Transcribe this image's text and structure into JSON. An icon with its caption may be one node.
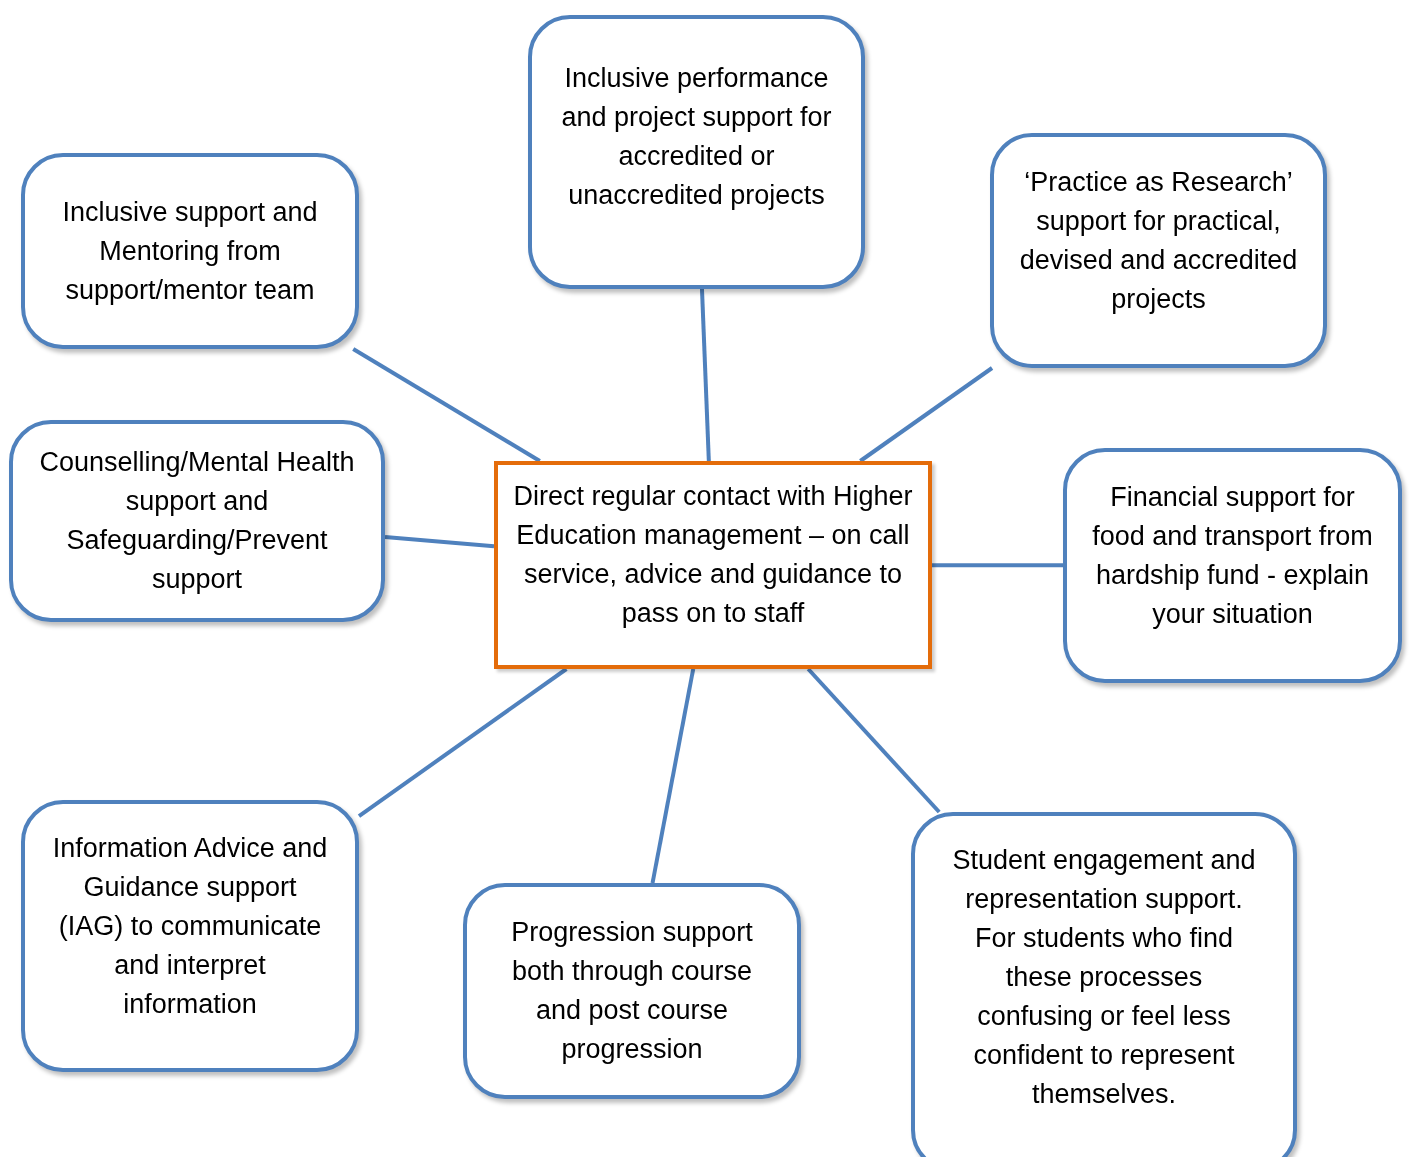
{
  "diagram": {
    "nodes": [
      {
        "text": [
          "Inclusive support and Mentoring from support/mentor team"
        ]
      },
      {
        "text": [
          "Inclusive performance and project support for accredited or unaccredited projects"
        ]
      },
      {
        "text": [
          "‘Practice as Research’ support for practical, devised and accredited projects"
        ]
      },
      {
        "text": [
          "Counselling/Mental Health support and Safeguarding/Prevent support"
        ]
      },
      {
        "text": [
          "Direct regular contact with Higher Education management – on call service, advice and guidance to pass on to staff"
        ]
      },
      {
        "text": [
          "Financial support for food and transport from hardship fund - explain your situation"
        ]
      },
      {
        "text": [
          "Information Advice and Guidance support (IAG) to communicate and interpret information"
        ]
      },
      {
        "text": [
          "Progression support both through course and post course progression"
        ]
      },
      {
        "text": [
          "Student engagement and representation support. For students who find these processes confusing or feel less confident to represent themselves."
        ]
      }
    ],
    "edges": [
      {
        "from": 4,
        "to": 0,
        "arrow": "none"
      },
      {
        "from": 4,
        "to": 1,
        "arrow": "none"
      },
      {
        "from": 4,
        "to": 2,
        "arrow": "none"
      },
      {
        "from": 4,
        "to": 3,
        "arrow": "none"
      },
      {
        "from": 4,
        "to": 5,
        "arrow": "none"
      },
      {
        "from": 4,
        "to": 6,
        "arrow": "none"
      },
      {
        "from": 4,
        "to": 7,
        "arrow": "none"
      },
      {
        "from": 4,
        "to": 8,
        "arrow": "none"
      }
    ]
  }
}
